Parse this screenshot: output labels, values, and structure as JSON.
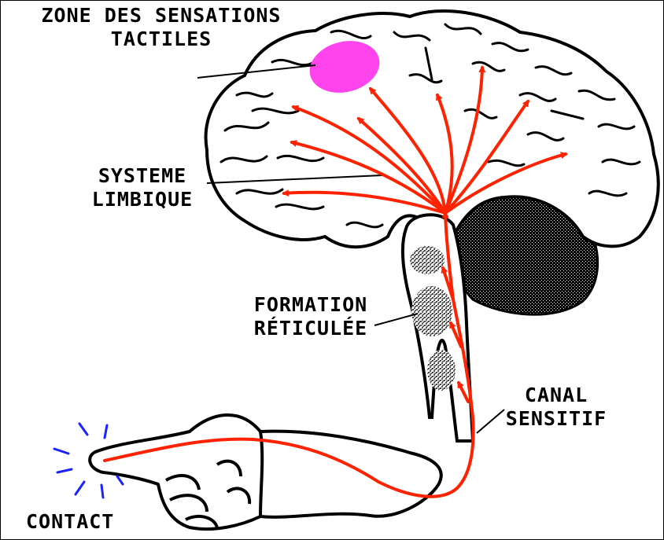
{
  "labels": {
    "zone_tactile": [
      "ZONE DES SENSATIONS",
      "TACTILES"
    ],
    "systeme_limbique": [
      "SYSTEME",
      "LIMBIQUE"
    ],
    "formation_reticulee": [
      "FORMATION",
      "RÉTICULÉE"
    ],
    "canal_sensitif": [
      "CANAL",
      "SENSITIF"
    ],
    "contact": "CONTACT"
  },
  "colors": {
    "outline": "#000000",
    "pathway": "#ff2200",
    "tactile_zone": "#ff44ee",
    "contact_sparks": "#1a22ff",
    "reticular_stipple": "#777777"
  },
  "icons": [
    "brain",
    "brainstem",
    "cerebellum",
    "spinal-cord",
    "hand",
    "arm",
    "contact-sparks"
  ]
}
